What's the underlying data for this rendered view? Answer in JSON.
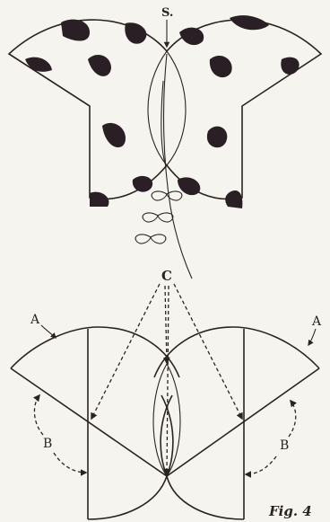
{
  "labels": {
    "s": "S.",
    "c": "C",
    "a_left": "A",
    "a_right": "A",
    "b_left": "B",
    "b_right": "B"
  },
  "caption": "Fig. 4"
}
